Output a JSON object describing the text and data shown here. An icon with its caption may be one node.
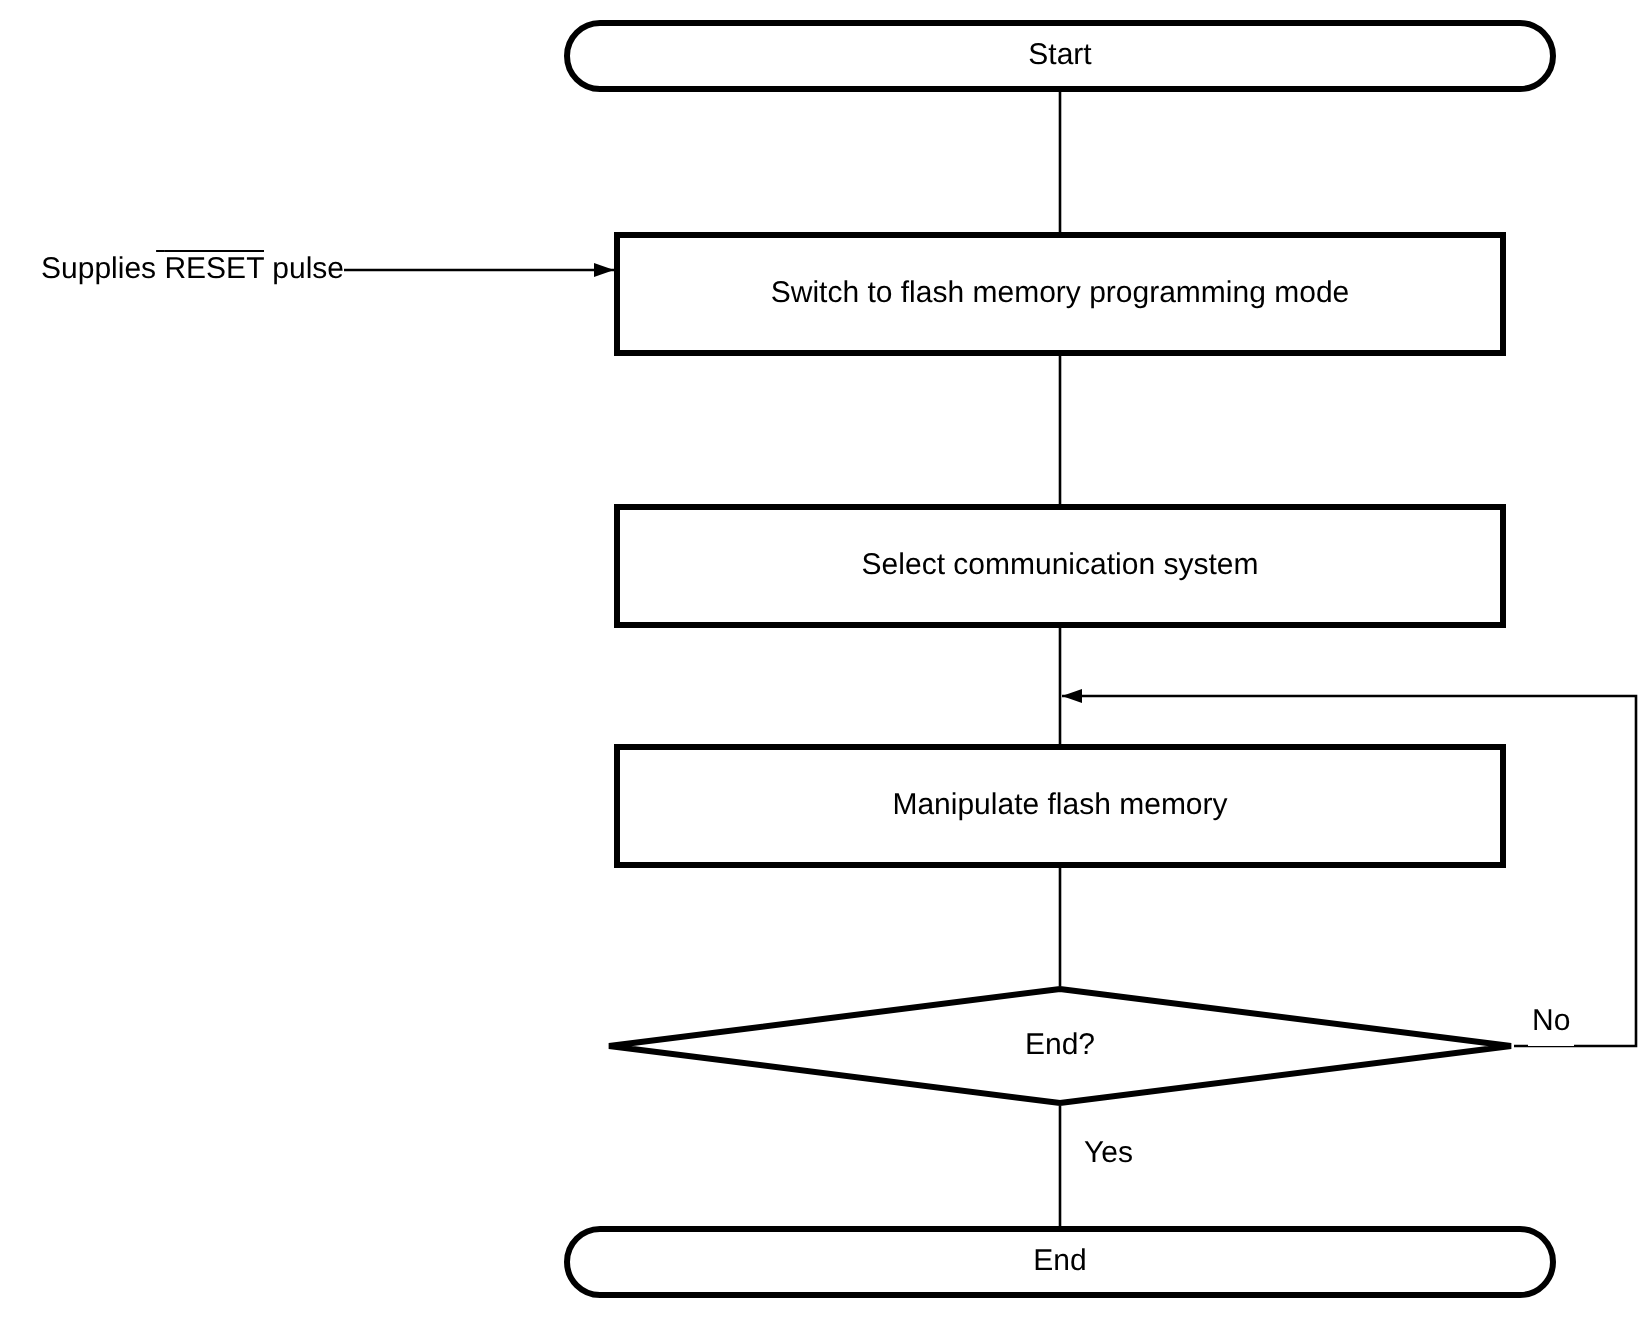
{
  "diagram": {
    "nodes": [
      {
        "text": [
          "Start"
        ]
      },
      {
        "text": [
          "Supplies",
          "RESET",
          "pulse"
        ]
      },
      {
        "text": [
          "Switch to flash memory programming mode"
        ]
      },
      {
        "text": [
          "Select communication system"
        ]
      },
      {
        "text": [
          "Manipulate flash memory"
        ]
      },
      {
        "text": [
          "End?"
        ]
      },
      {
        "text": [
          "End"
        ]
      }
    ],
    "edges": [
      {
        "from": 0,
        "to": 2,
        "arrow": "none"
      },
      {
        "from": 1,
        "to": 2,
        "arrow": "to"
      },
      {
        "from": 2,
        "to": 3,
        "arrow": "none"
      },
      {
        "from": 3,
        "to": 4,
        "arrow": "none"
      },
      {
        "from": 4,
        "to": 5,
        "arrow": "none"
      },
      {
        "from": 5,
        "to": 4,
        "arrow": "to",
        "label": "No"
      },
      {
        "from": 5,
        "to": 6,
        "arrow": "none",
        "label": "Yes"
      }
    ]
  }
}
